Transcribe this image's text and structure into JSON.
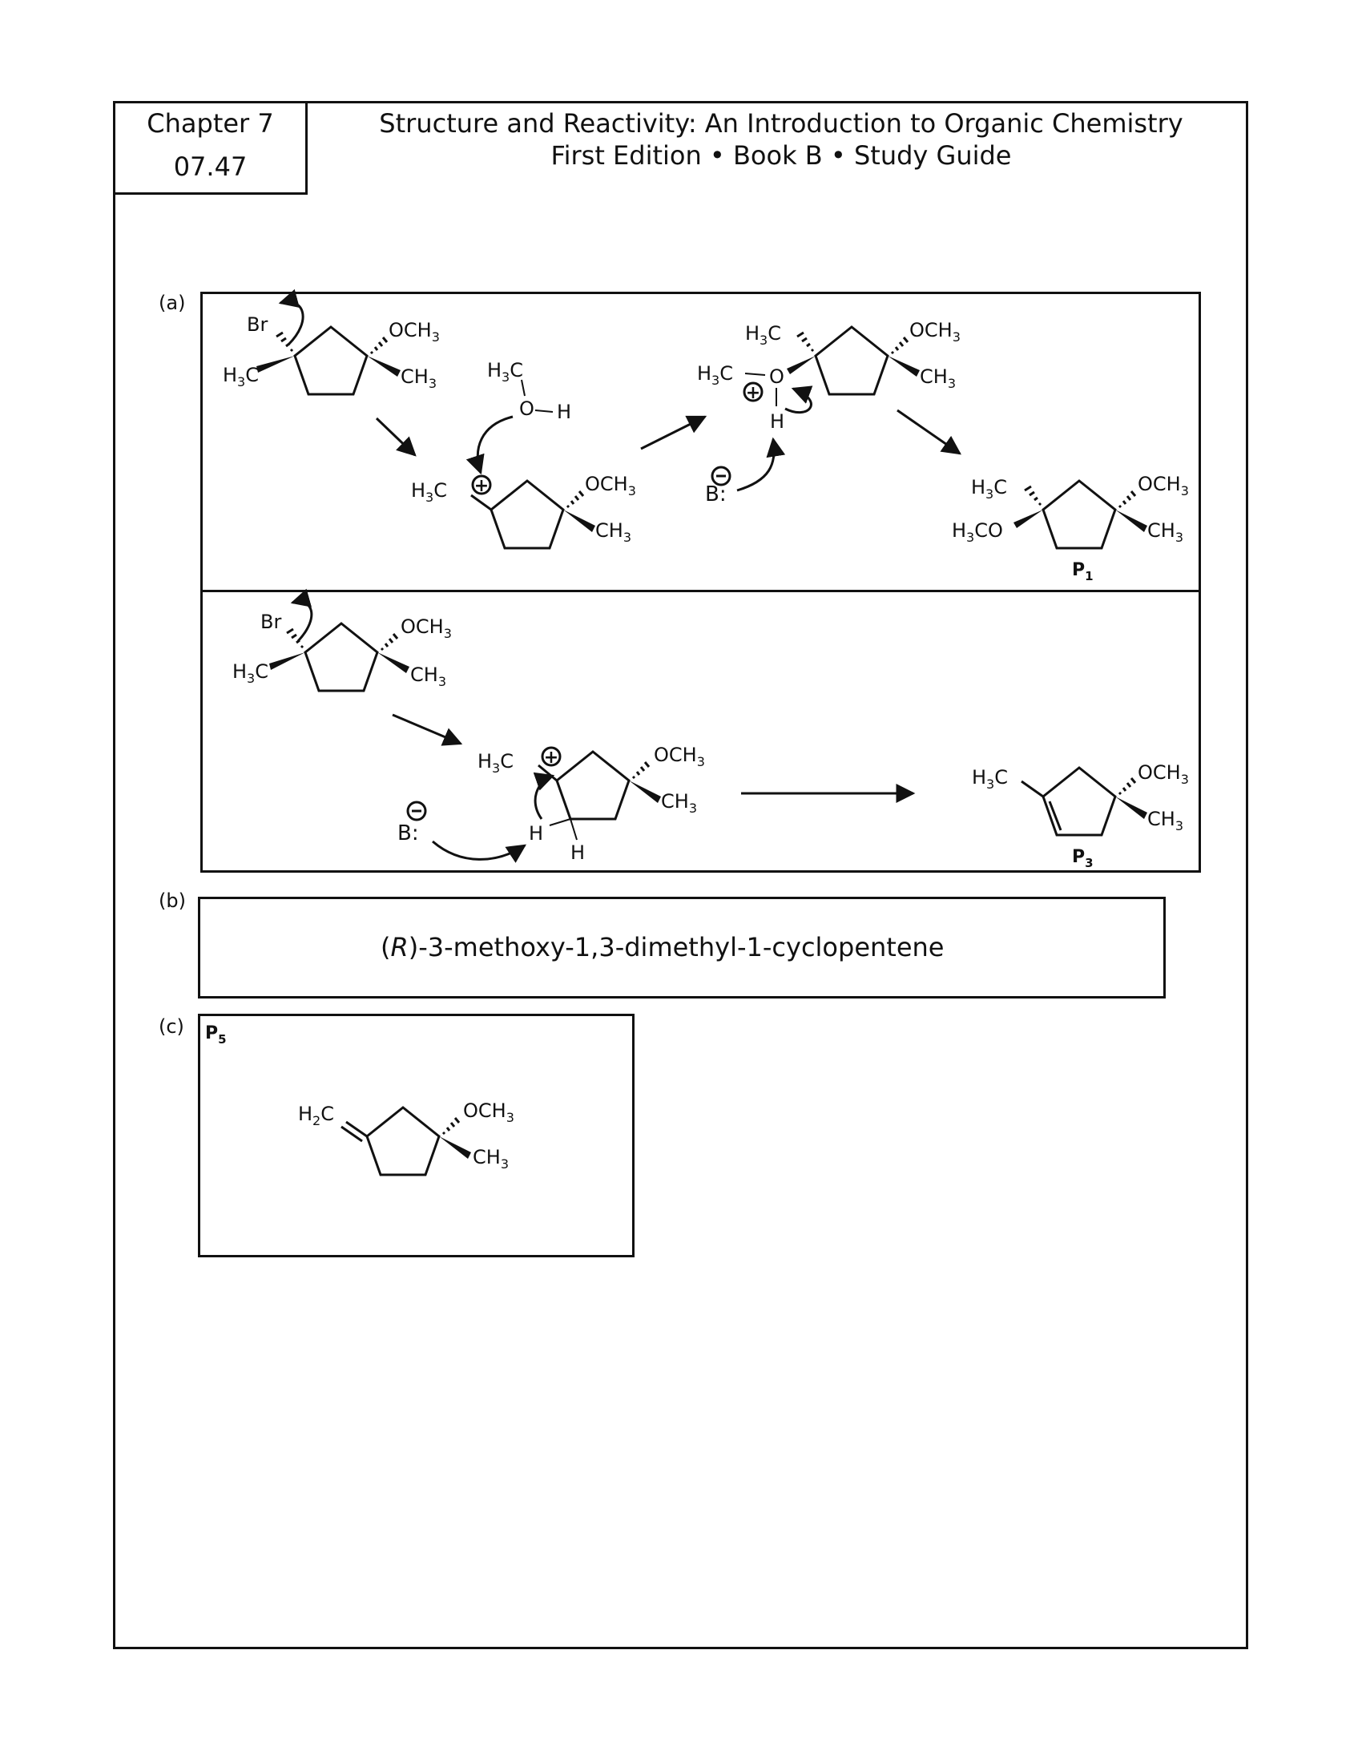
{
  "header": {
    "chapter": "Chapter 7",
    "problem_number": "07.47",
    "title_line1": "Structure and Reactivity: An Introduction to Organic Chemistry",
    "title_line2": "First Edition • Book B • Study Guide"
  },
  "parts": {
    "a_label": "(a)",
    "b_label": "(b)",
    "c_label": "(c)"
  },
  "part_b": {
    "name_prefix": "(",
    "name_italic": "R",
    "name_suffix": ")-3-methoxy-1,3-dimethyl-1-cyclopentene"
  },
  "labels": {
    "br": "Br",
    "och3": "OCH",
    "ch3": "CH",
    "h3c": "H",
    "h3c_c": "C",
    "h3co": "CO",
    "h2c": "H",
    "sub3": "3",
    "sub2": "2",
    "o": "O",
    "h": "H",
    "c": "C",
    "base": "B:",
    "plus": "+",
    "minus": "−",
    "p1": "P",
    "p1_sub": "1",
    "p3": "P",
    "p3_sub": "3",
    "p5": "P",
    "p5_sub": "5"
  }
}
